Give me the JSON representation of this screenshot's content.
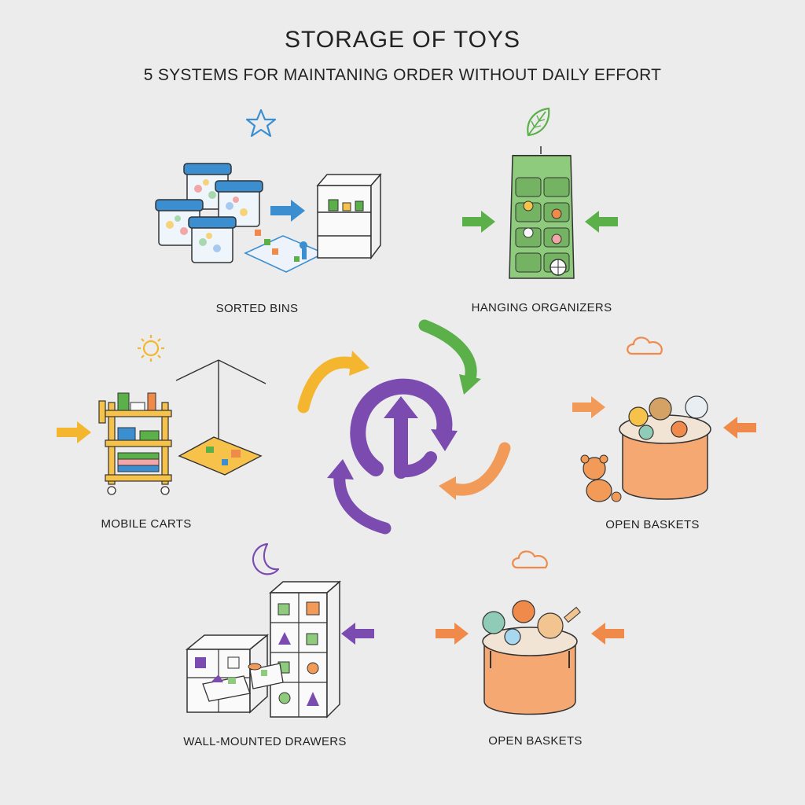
{
  "title": "STORAGE OF TOYS",
  "subtitle": "5 SYSTEMS FOR MAINTANING ORDER WITHOUT DAILY EFFORT",
  "systems": [
    {
      "label": "SORTED BINS",
      "icon": "star-icon",
      "accent": "#3b8fd0"
    },
    {
      "label": "HANGING ORGANIZERS",
      "icon": "leaf-icon",
      "accent": "#5bb04a"
    },
    {
      "label": "MOBILE CARTS",
      "icon": "sun-icon",
      "accent": "#f4b62f"
    },
    {
      "label": "OPEN BASKETS",
      "icon": "cloud-icon",
      "accent": "#f08a4b"
    },
    {
      "label": "WALL-MOUNTED DRAWERS",
      "icon": "moon-icon",
      "accent": "#7b4bb0"
    },
    {
      "label": "OPEN BASKETS",
      "icon": "cloud-icon",
      "accent": "#f08a4b"
    }
  ],
  "colors": {
    "background": "#ececec",
    "blue": "#3b8fd0",
    "green": "#5bb04a",
    "yellow": "#f4b62f",
    "orange": "#f08a4b",
    "purple": "#7b4bb0"
  }
}
